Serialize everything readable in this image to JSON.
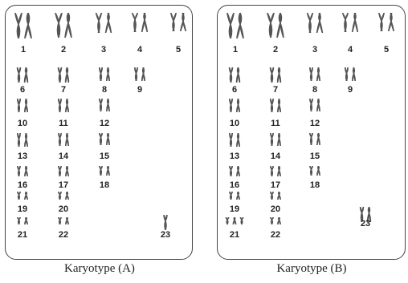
{
  "panels": [
    {
      "id": "A",
      "caption_text": "Karyotype",
      "caption_letter": "(A)",
      "labels": [
        "1",
        "2",
        "3",
        "4",
        "5",
        "6",
        "7",
        "8",
        "9",
        "10",
        "11",
        "12",
        "13",
        "14",
        "15",
        "16",
        "17",
        "18",
        "19",
        "20",
        "21",
        "22",
        "23"
      ],
      "copies": {
        "1": 2,
        "2": 2,
        "3": 2,
        "4": 2,
        "5": 2,
        "6": 2,
        "7": 2,
        "8": 2,
        "9": 2,
        "10": 2,
        "11": 2,
        "12": 2,
        "13": 2,
        "14": 2,
        "15": 2,
        "16": 2,
        "17": 2,
        "18": 2,
        "19": 2,
        "20": 2,
        "21": 2,
        "22": 2,
        "23": 1
      }
    },
    {
      "id": "B",
      "caption_text": "Karyotype",
      "caption_letter": "(B)",
      "labels": [
        "1",
        "2",
        "3",
        "4",
        "5",
        "6",
        "7",
        "8",
        "9",
        "10",
        "11",
        "12",
        "13",
        "14",
        "15",
        "16",
        "17",
        "18",
        "19",
        "20",
        "21",
        "22",
        "23"
      ],
      "copies": {
        "1": 2,
        "2": 2,
        "3": 2,
        "4": 2,
        "5": 2,
        "6": 2,
        "7": 2,
        "8": 2,
        "9": 2,
        "10": 2,
        "11": 2,
        "12": 2,
        "13": 2,
        "14": 2,
        "15": 2,
        "16": 2,
        "17": 2,
        "18": 2,
        "19": 2,
        "20": 2,
        "21": 3,
        "22": 2,
        "23": 2
      }
    }
  ],
  "colors": {
    "chromosome": "#555555",
    "border": "#444444",
    "text": "#222222"
  }
}
